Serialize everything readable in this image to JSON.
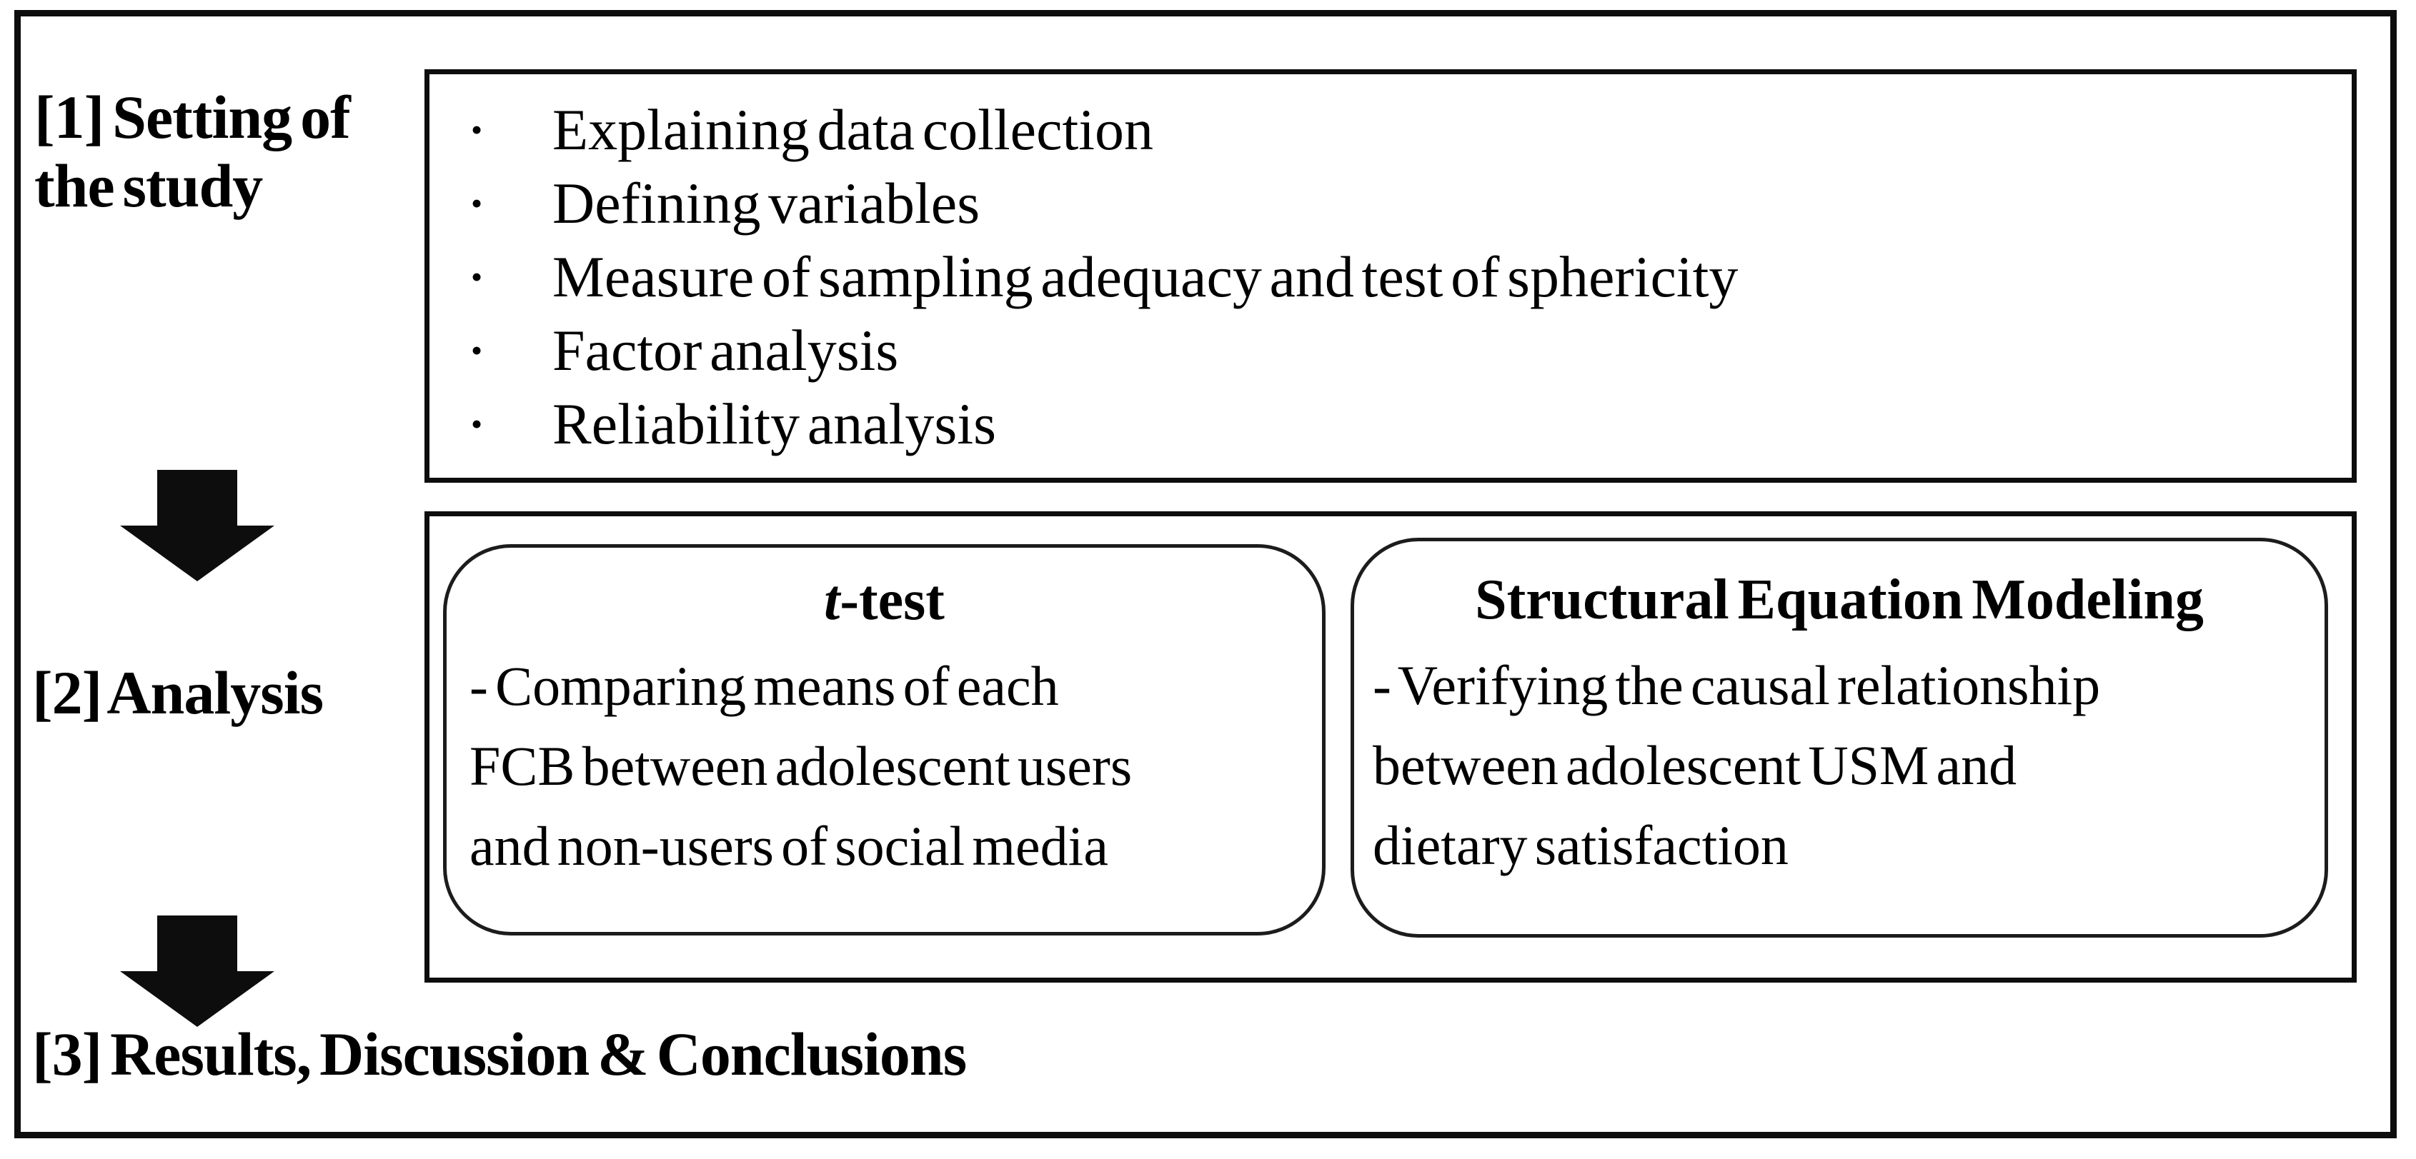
{
  "figure": {
    "colors": {
      "background": "#ffffff",
      "line": "#0d0d0d",
      "text": "#000000"
    },
    "bullet_glyph": "•",
    "step1": {
      "label_line1": "[1] Setting of",
      "label_line2": "the study",
      "bullets": [
        "Explaining data collection",
        "Defining variables",
        "Measure of sampling adequacy and test of sphericity",
        "Factor analysis",
        "Reliability analysis"
      ]
    },
    "step2": {
      "label": "[2] Analysis",
      "ttest_box": {
        "title_italic": "t",
        "title_rest": "-test",
        "line1": "- Comparing means of each",
        "line2": "FCB between adolescent users",
        "line3": "and non-users of social media"
      },
      "sem_box": {
        "title": "Structural Equation Modeling",
        "line1": "- Verifying the causal relationship",
        "line2": "between adolescent USM and",
        "line3": "dietary satisfaction"
      }
    },
    "step3": {
      "label": "[3] Results, Discussion & Conclusions"
    }
  }
}
